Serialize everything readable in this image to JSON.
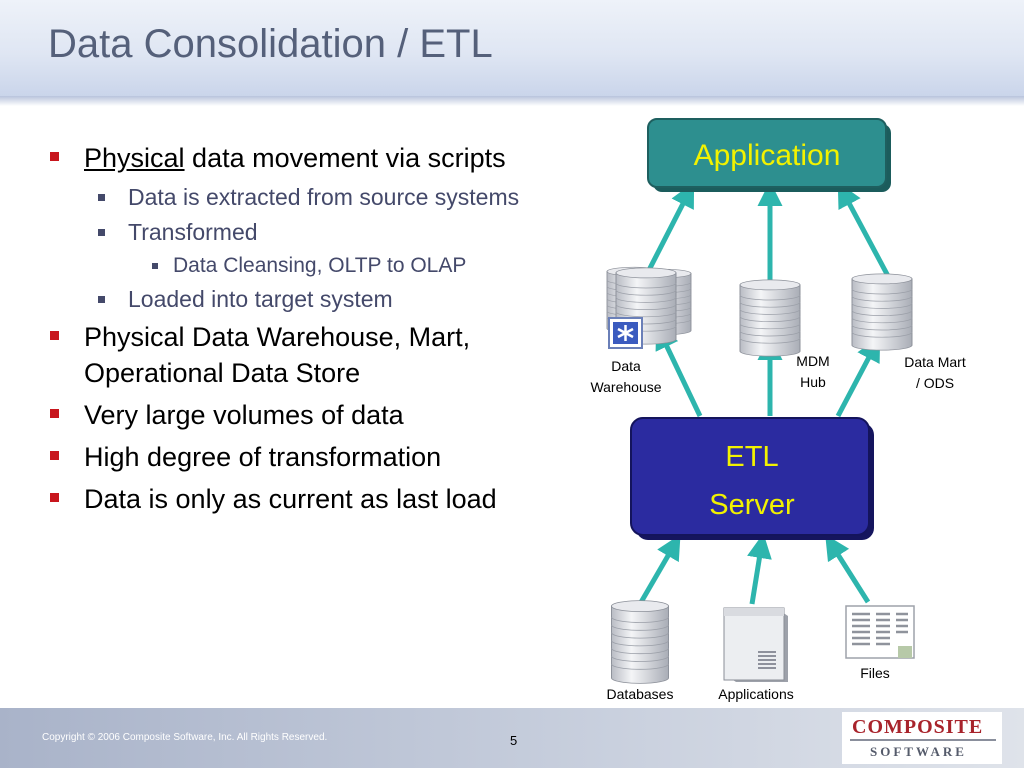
{
  "slide": {
    "title": "Data Consolidation / ETL",
    "bullets": {
      "b1_underlined": "Physical",
      "b1_rest": " data movement via scripts",
      "b1_sub1": "Data is extracted from source systems",
      "b1_sub2": "Transformed",
      "b1_sub2_sub1": "Data Cleansing, OLTP to OLAP",
      "b1_sub3": "Loaded into target system",
      "b2": "Physical Data Warehouse, Mart, Operational Data Store",
      "b3": "Very large volumes of data",
      "b4": "High degree of transformation",
      "b5": "Data is only as current as last load"
    }
  },
  "diagram": {
    "application_label": "Application",
    "etl_line1": "ETL",
    "etl_line2": "Server",
    "dw_line1": "Data",
    "dw_line2": "Warehouse",
    "mdm_line1": "MDM",
    "mdm_line2": "Hub",
    "mart_line1": "Data Mart",
    "mart_line2": "/ ODS",
    "databases_label": "Databases",
    "applications_label": "Applications",
    "files_label": "Files"
  },
  "footer": {
    "copyright": "Copyright © 2006  Composite Software, Inc.  All Rights Reserved.",
    "page_number": "5",
    "logo_top": "COMPOSITE",
    "logo_bottom": "SOFTWARE"
  },
  "colors": {
    "application_box": "#2d8f8f",
    "application_text": "#f2f200",
    "etl_box": "#2b2ba0",
    "etl_text": "#f2f200",
    "arrow": "#2db5ad",
    "bullet_red": "#c8161d"
  },
  "icons": [
    "database-cylinder-icon",
    "star-badge-icon",
    "server-box-icon",
    "file-sheet-icon"
  ]
}
